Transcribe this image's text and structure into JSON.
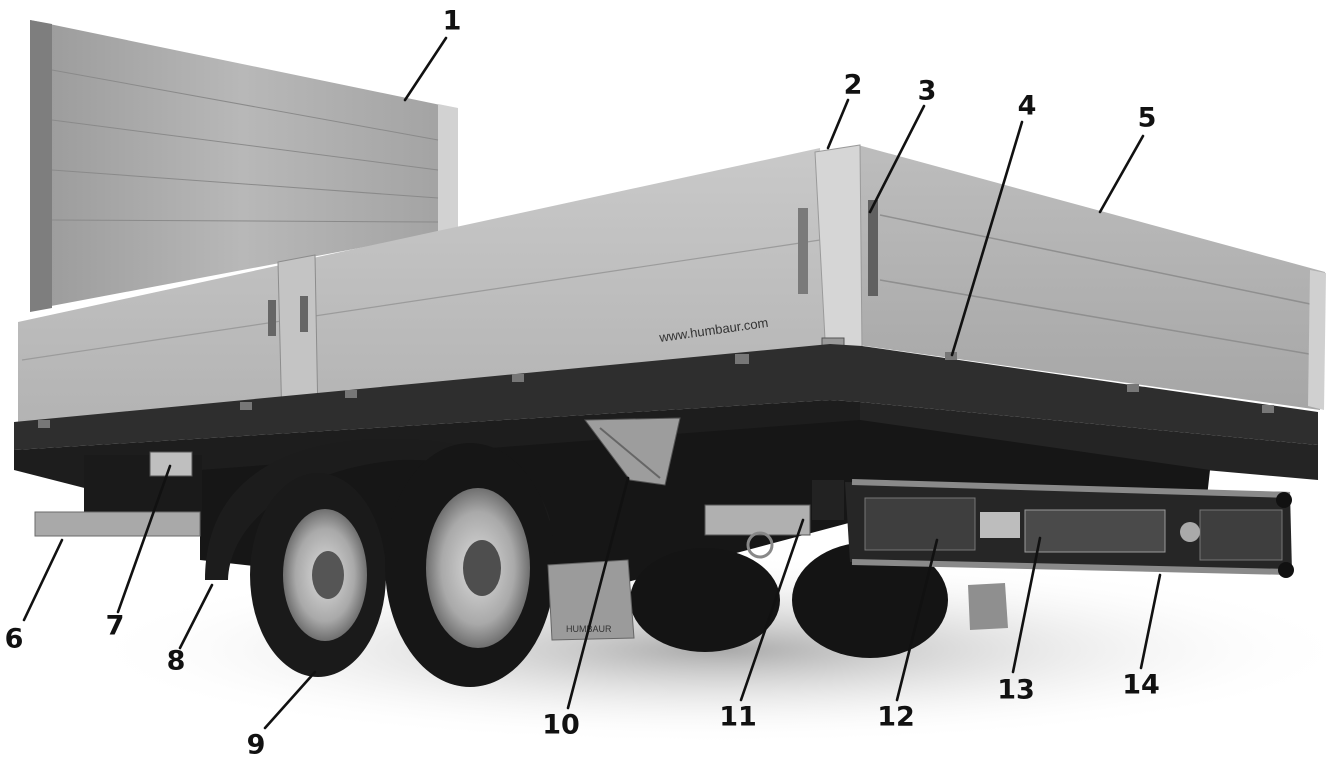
{
  "image": {
    "subject": "tandem-axle flatbed trailer with drop sides, rear three-quarter view",
    "style": "greyscale photograph with numbered leader-line callouts"
  },
  "body_text": {
    "side_wall_url": "www.humbaur.com",
    "mudflap_text": "HUMBAUR"
  },
  "callouts": [
    {
      "id": 1,
      "label": "1"
    },
    {
      "id": 2,
      "label": "2"
    },
    {
      "id": 3,
      "label": "3"
    },
    {
      "id": 4,
      "label": "4"
    },
    {
      "id": 5,
      "label": "5"
    },
    {
      "id": 6,
      "label": "6"
    },
    {
      "id": 7,
      "label": "7"
    },
    {
      "id": 8,
      "label": "8"
    },
    {
      "id": 9,
      "label": "9"
    },
    {
      "id": 10,
      "label": "10"
    },
    {
      "id": 11,
      "label": "11"
    },
    {
      "id": 12,
      "label": "12"
    },
    {
      "id": 13,
      "label": "13"
    },
    {
      "id": 14,
      "label": "14"
    }
  ]
}
